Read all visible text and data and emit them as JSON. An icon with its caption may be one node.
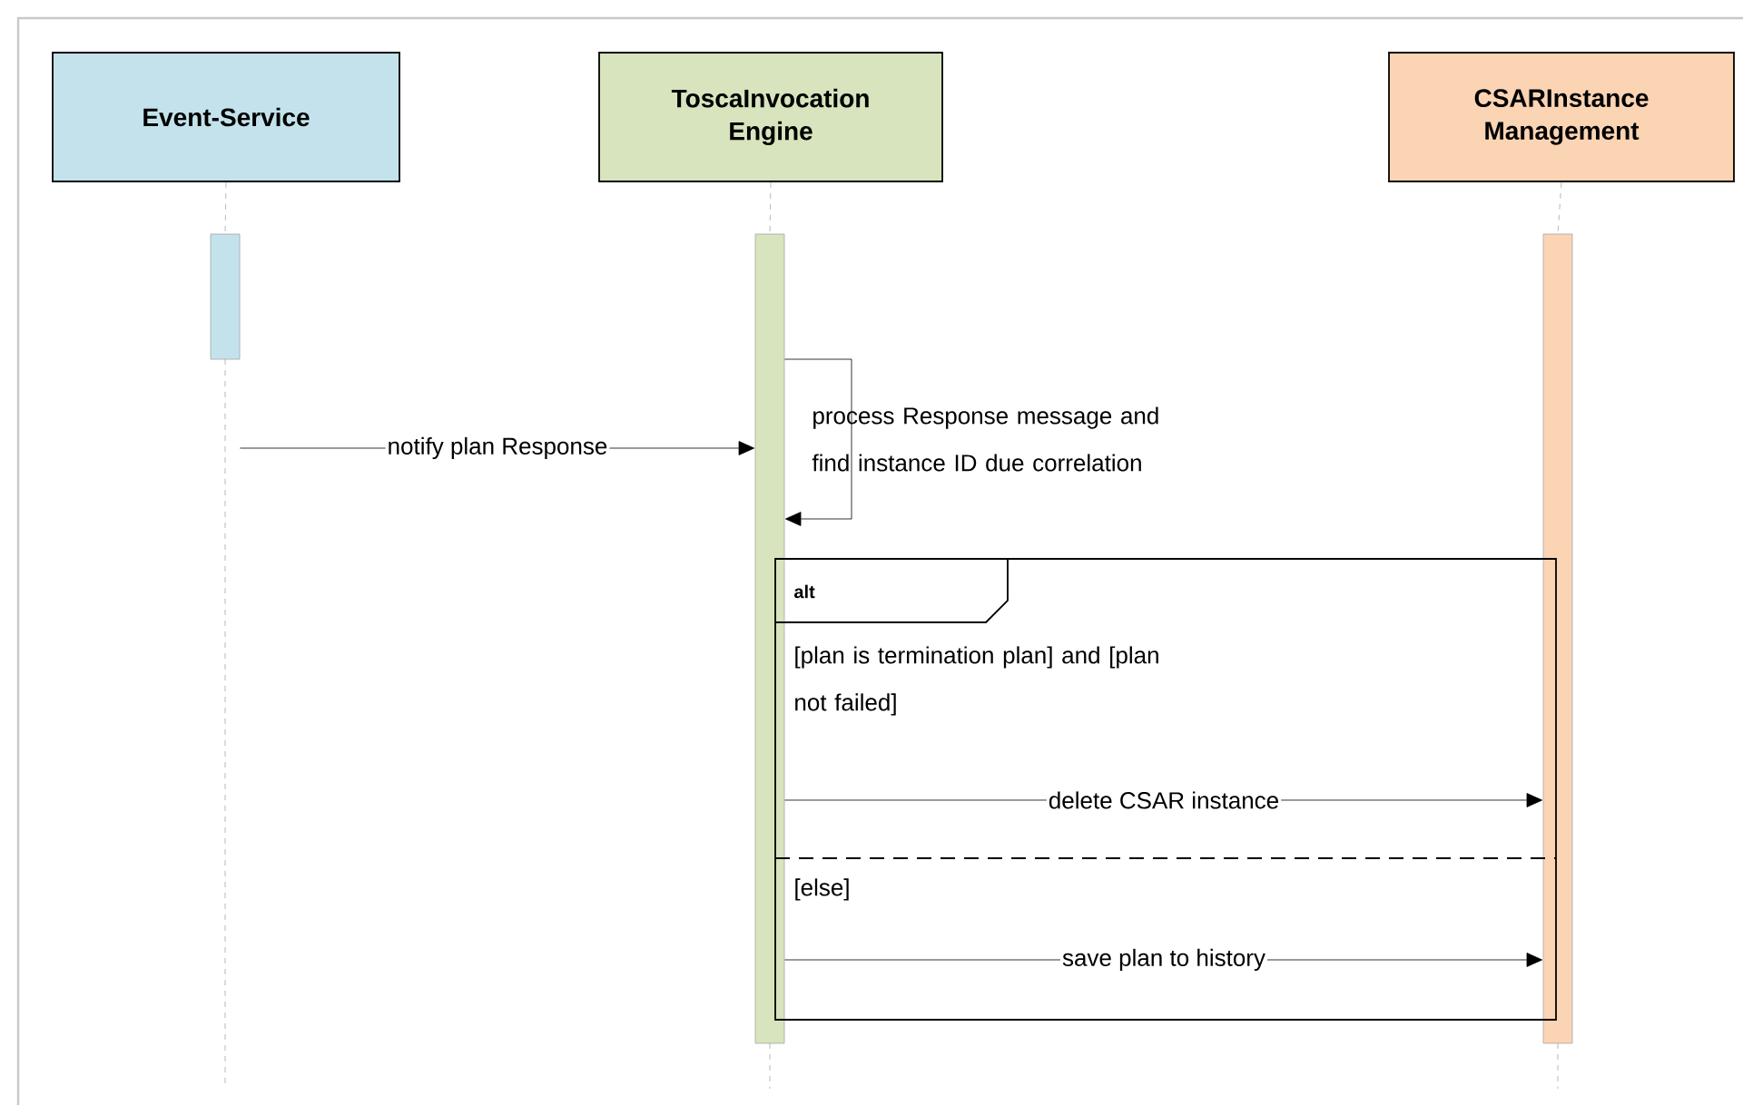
{
  "diagram": {
    "nodes": [
      {
        "text": [
          "Event-Service"
        ]
      },
      {
        "text": [
          "ToscaInvocation Engine"
        ]
      },
      {
        "text": [
          "CSARInstance Management"
        ]
      },
      {
        "text": [],
        "shape": "bar"
      },
      {
        "text": [],
        "shape": "bar"
      },
      {
        "text": [],
        "shape": "bar"
      }
    ],
    "labels": [
      "alt",
      "[plan is termination plan] and [plan not failed]",
      "[else]"
    ],
    "edges": [
      {
        "from": 0,
        "to": 3,
        "arrow": "none",
        "style": "dashed",
        "color": "#a6a6a6"
      },
      {
        "from": 1,
        "to": 4,
        "arrow": "none",
        "style": "dashed",
        "color": "#a6a6a6"
      },
      {
        "from": 2,
        "to": 5,
        "arrow": "none",
        "style": "dashed",
        "color": "#a6a6a6"
      },
      {
        "from": 3,
        "to": 4,
        "arrow": "to",
        "label": "notify plan Response"
      },
      {
        "from": 4,
        "to": 4,
        "arrow": "to",
        "label": "process Response message and find instance ID due correlation"
      },
      {
        "from": 4,
        "to": 5,
        "arrow": "to",
        "label": "delete CSAR instance"
      },
      {
        "from": 4,
        "to": 5,
        "arrow": "to",
        "label": "save plan to history"
      }
    ]
  }
}
